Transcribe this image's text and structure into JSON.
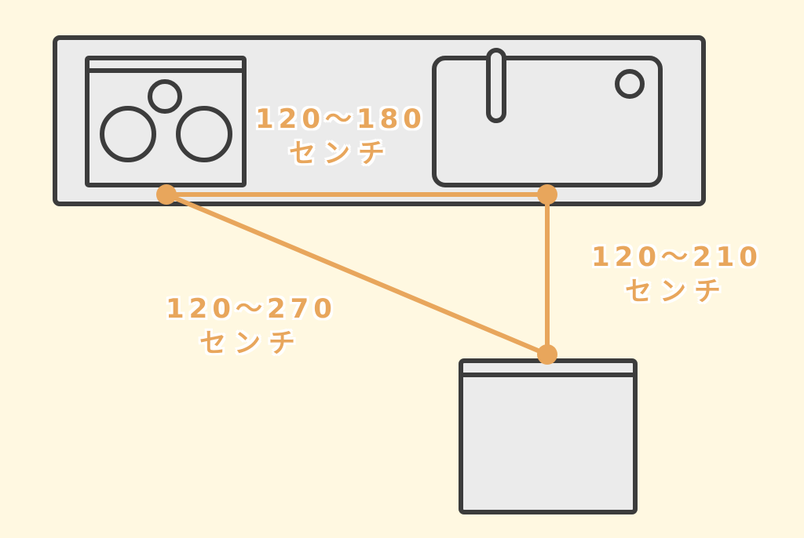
{
  "colors": {
    "background": "#fff8e1",
    "appliance_fill": "#ebebeb",
    "outline": "#3c3c3c",
    "accent": "#e8a65c"
  },
  "stove_to_sink": {
    "range": "120〜180",
    "unit": "センチ"
  },
  "sink_to_fridge": {
    "range": "120〜210",
    "unit": "センチ"
  },
  "stove_to_fridge": {
    "range": "120〜270",
    "unit": "センチ"
  }
}
